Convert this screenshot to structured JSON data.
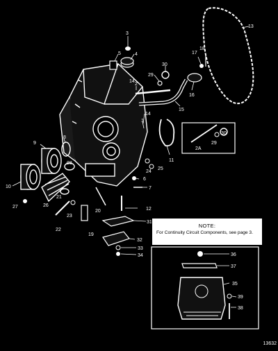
{
  "note": {
    "title": "NOTE:",
    "text": "For Continuity Circuit Components, see page 3."
  },
  "figure_number": "13632",
  "callouts": [
    "1",
    "2",
    "2A",
    "3",
    "4",
    "5",
    "6",
    "7",
    "8",
    "9",
    "10",
    "11",
    "12",
    "13",
    "14",
    "14",
    "15",
    "16",
    "17",
    "18",
    "19",
    "20",
    "21",
    "22",
    "23",
    "24",
    "25",
    "26",
    "27",
    "28",
    "29",
    "29",
    "30",
    "30",
    "31",
    "32",
    "33",
    "34",
    "35",
    "36",
    "37",
    "38",
    "39"
  ]
}
